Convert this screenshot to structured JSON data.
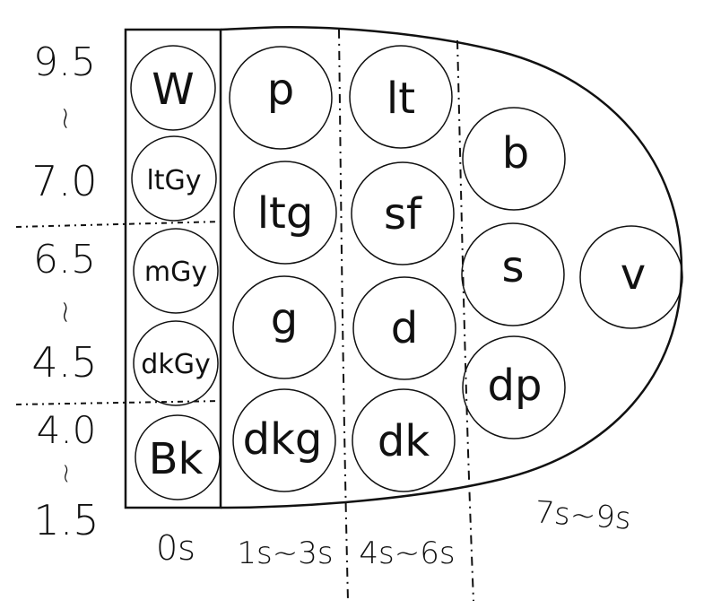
{
  "y_axis_labels": [
    {
      "top": "9.5",
      "sep": "~",
      "bottom": "7.0"
    },
    {
      "top": "6.5",
      "sep": "~",
      "bottom": "4.5"
    },
    {
      "top": "4.0",
      "sep": "~",
      "bottom": "1.5"
    }
  ],
  "x_axis_labels": [
    "0s",
    "1s~3s",
    "4s~6s",
    "7s~9s"
  ],
  "grey_column": [
    "W",
    "ltGy",
    "mGy",
    "dkGy",
    "Bk"
  ],
  "column_1_3s": [
    "p",
    "ltg",
    "g",
    "dkg"
  ],
  "column_4_6s": [
    "lt",
    "sf",
    "d",
    "dk"
  ],
  "column_7_9s": [
    "b",
    "s",
    "dp"
  ],
  "vivid": "v"
}
